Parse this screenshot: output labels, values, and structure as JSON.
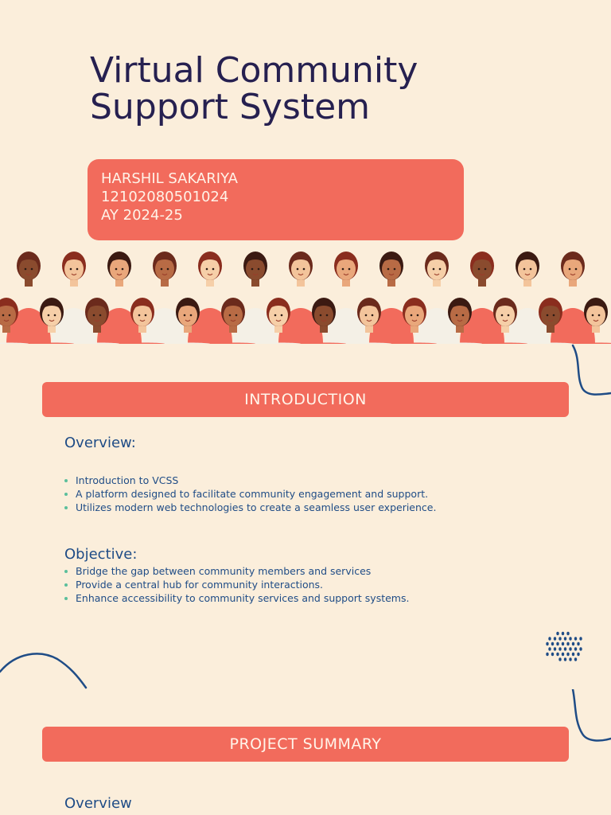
{
  "title_slide": {
    "title_line1": "Virtual Community",
    "title_line2": "Support System",
    "author": {
      "name": "HARSHIL SAKARIYA",
      "enrollment": "12102080501024",
      "academic_year": "AY 2024-25"
    }
  },
  "introduction": {
    "banner": "INTRODUCTION",
    "overview_heading": "Overview:",
    "overview_points": [
      "Introduction to VCSS",
      "A platform designed to facilitate community engagement and support.",
      "Utilizes modern web technologies to create a seamless user experience."
    ],
    "objective_heading": "Objective:",
    "objective_points": [
      "Bridge the gap between community members and services",
      "Provide a central hub for community interactions.",
      "Enhance accessibility to community services and support systems."
    ]
  },
  "project_summary": {
    "banner": "PROJECT SUMMARY",
    "overview_heading": "Overview"
  },
  "colors": {
    "background": "#fbeedb",
    "accent": "#f26b5c",
    "title": "#262050",
    "body_text": "#1f4c86",
    "bullet": "#5bbf9c"
  }
}
